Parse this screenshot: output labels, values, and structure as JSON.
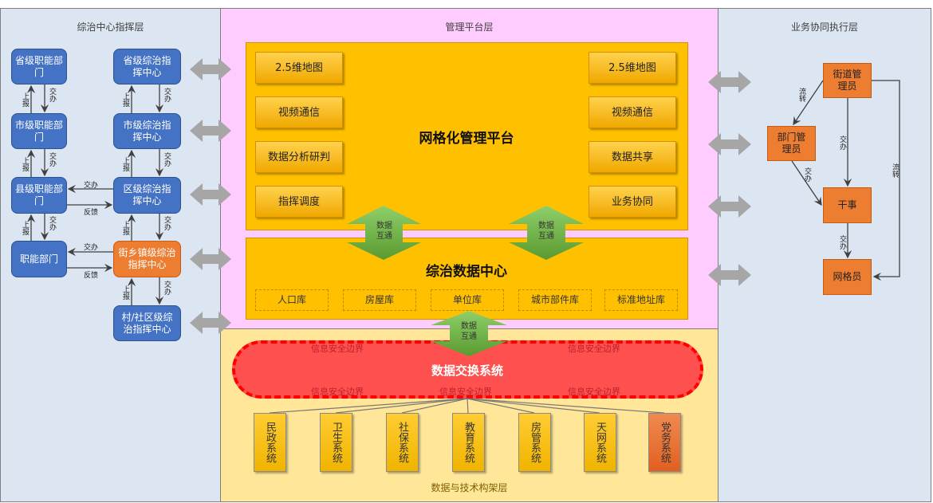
{
  "layers": {
    "left": "综治中心指挥层",
    "middle_top": "管理平台层",
    "right": "业务协同执行层",
    "middle_bottom": "数据与技术构架层"
  },
  "left": {
    "departments": [
      "省级职能部门",
      "市级职能部门",
      "县级职能部门",
      "职能部门"
    ],
    "centers": [
      "省级综治指挥中心",
      "市级综治指挥中心",
      "区级综治指挥中心",
      "街乡镇级综治指挥中心",
      "村/社区级综治指挥中心"
    ],
    "up_label": "上报",
    "down_label": "交办",
    "assign_label": "交办",
    "feedback_label": "反馈"
  },
  "platform": {
    "title": "网格化管理平台",
    "left_buttons": [
      "2.5维地图",
      "视频通信",
      "数据分析研判",
      "指挥调度"
    ],
    "right_buttons": [
      "2.5维地图",
      "视频通信",
      "数据共享",
      "业务协同"
    ],
    "exchange_label": "数据互通"
  },
  "data_center": {
    "title": "综治数据中心",
    "databases": [
      "人口库",
      "房屋库",
      "单位库",
      "城市部件库",
      "标准地址库"
    ]
  },
  "exchange": {
    "title": "数据交换系统",
    "boundary_label": "信息安全边界"
  },
  "systems": [
    "民政系统",
    "卫生系统",
    "社保系统",
    "教育系统",
    "房管系统",
    "天网系统",
    "党务系统"
  ],
  "right": {
    "roles": [
      "街道管理员",
      "部门管理员",
      "干事",
      "网格员"
    ],
    "transfer_label": "流转",
    "assign_label": "交办"
  },
  "colors": {
    "blue": "#4472c4",
    "orange": "#ed7d31",
    "gold": "#ffc000",
    "pink": "#ffccff",
    "green": "#70ad47",
    "red": "#ff5050"
  }
}
